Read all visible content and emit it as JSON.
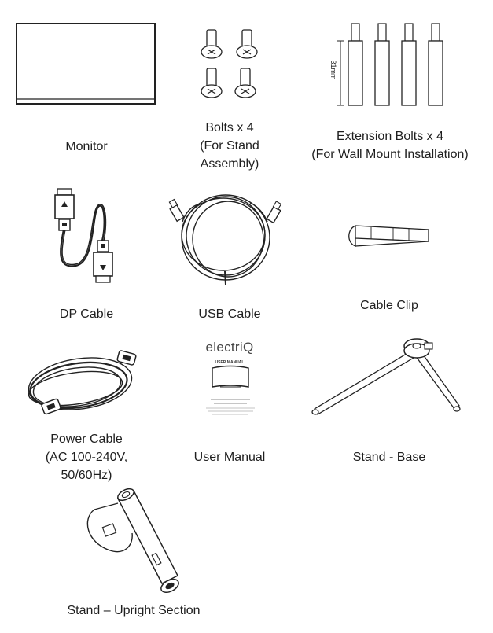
{
  "items": {
    "monitor": {
      "label": "Monitor"
    },
    "bolts": {
      "line1": "Bolts x 4",
      "line2": "(For Stand",
      "line3": "Assembly)"
    },
    "extension_bolts": {
      "line1": "Extension Bolts x 4",
      "line2": "(For Wall Mount Installation)",
      "dimension": "31mm"
    },
    "dp_cable": {
      "label": "DP Cable"
    },
    "usb_cable": {
      "label": "USB Cable"
    },
    "cable_clip": {
      "label": "Cable Clip"
    },
    "power_cable": {
      "line1": "Power Cable",
      "line2": "(AC 100-240V,",
      "line3": "50/60Hz)"
    },
    "user_manual": {
      "label": "User Manual",
      "brand": "electriQ",
      "heading": "USER MANUAL"
    },
    "stand_base": {
      "label": "Stand - Base"
    },
    "stand_upright": {
      "label": "Stand – Upright Section"
    }
  }
}
